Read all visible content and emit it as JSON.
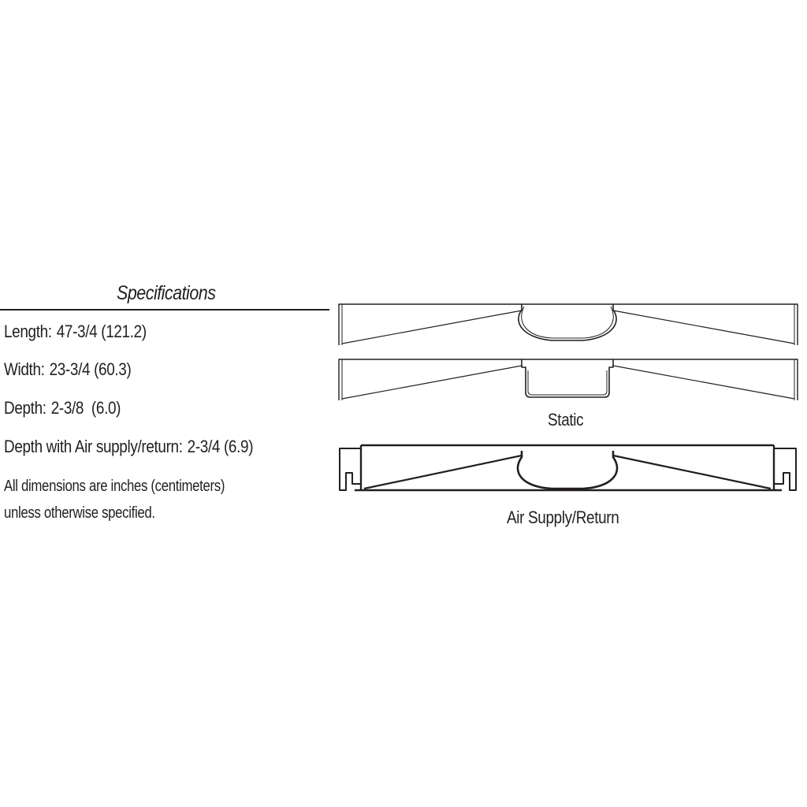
{
  "specifications": {
    "title": "Specifications",
    "items": [
      {
        "label": "Length:",
        "value": "47-3/4 (121.2)"
      },
      {
        "label": "Width:",
        "value": "23-3/4 (60.3)"
      },
      {
        "label": "Depth:",
        "value": "2-3/8  (6.0)"
      },
      {
        "label": "Depth with Air supply/return:",
        "value": "2-3/4 (6.9)"
      }
    ],
    "note_lines": [
      "All dimensions are inches (centimeters)",
      "unless otherwise specified."
    ]
  },
  "diagrams": {
    "static_caption": "Static",
    "air_caption": "Air Supply/Return"
  },
  "colors": {
    "line": "#231f20",
    "background": "#ffffff"
  }
}
